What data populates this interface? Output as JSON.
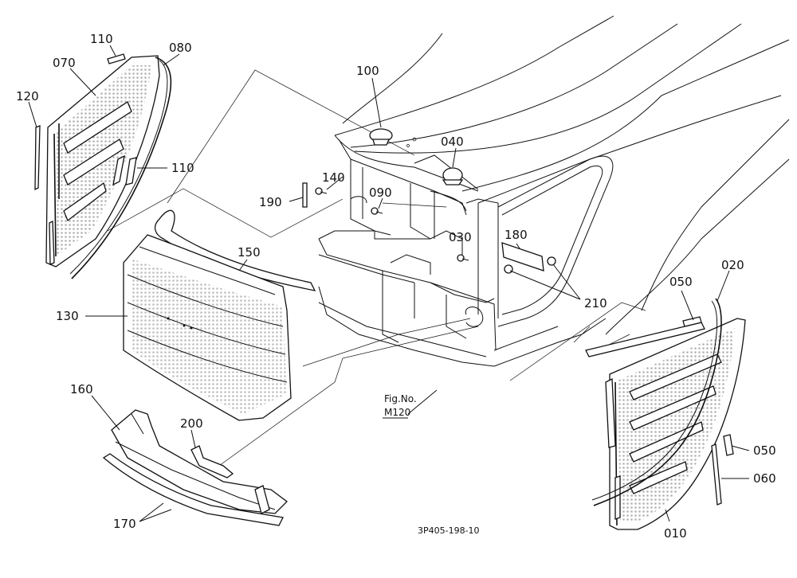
{
  "diagram": {
    "callouts": {
      "p110a": "110",
      "p080": "080",
      "p070": "070",
      "p120": "120",
      "p110b": "110",
      "p100": "100",
      "p040": "040",
      "p140": "140",
      "p190": "190",
      "p090": "090",
      "p150": "150",
      "p130": "130",
      "p030": "030",
      "p180": "180",
      "p210": "210",
      "p050a": "050",
      "p020": "020",
      "p160": "160",
      "p200": "200",
      "p170": "170",
      "p050b": "050",
      "p060": "060",
      "p010": "010"
    },
    "figure_reference": {
      "line1": "Fig.No.",
      "line2": "M120"
    },
    "drawing_code": "3P405-198-10"
  }
}
